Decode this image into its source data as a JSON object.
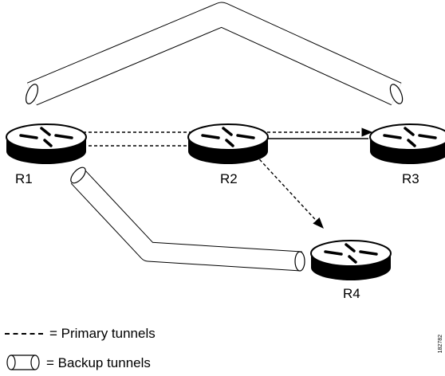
{
  "routers": {
    "r1": {
      "label": "R1"
    },
    "r2": {
      "label": "R2"
    },
    "r3": {
      "label": "R3"
    },
    "r4": {
      "label": "R4"
    }
  },
  "legend": {
    "primary_label": "= Primary tunnels",
    "backup_label": "= Backup tunnels"
  },
  "figure_id": "182782",
  "colors": {
    "router_top": "#ffffff",
    "router_body": "#000000",
    "tunnel_stroke": "#000000",
    "background": "#ffffff"
  }
}
